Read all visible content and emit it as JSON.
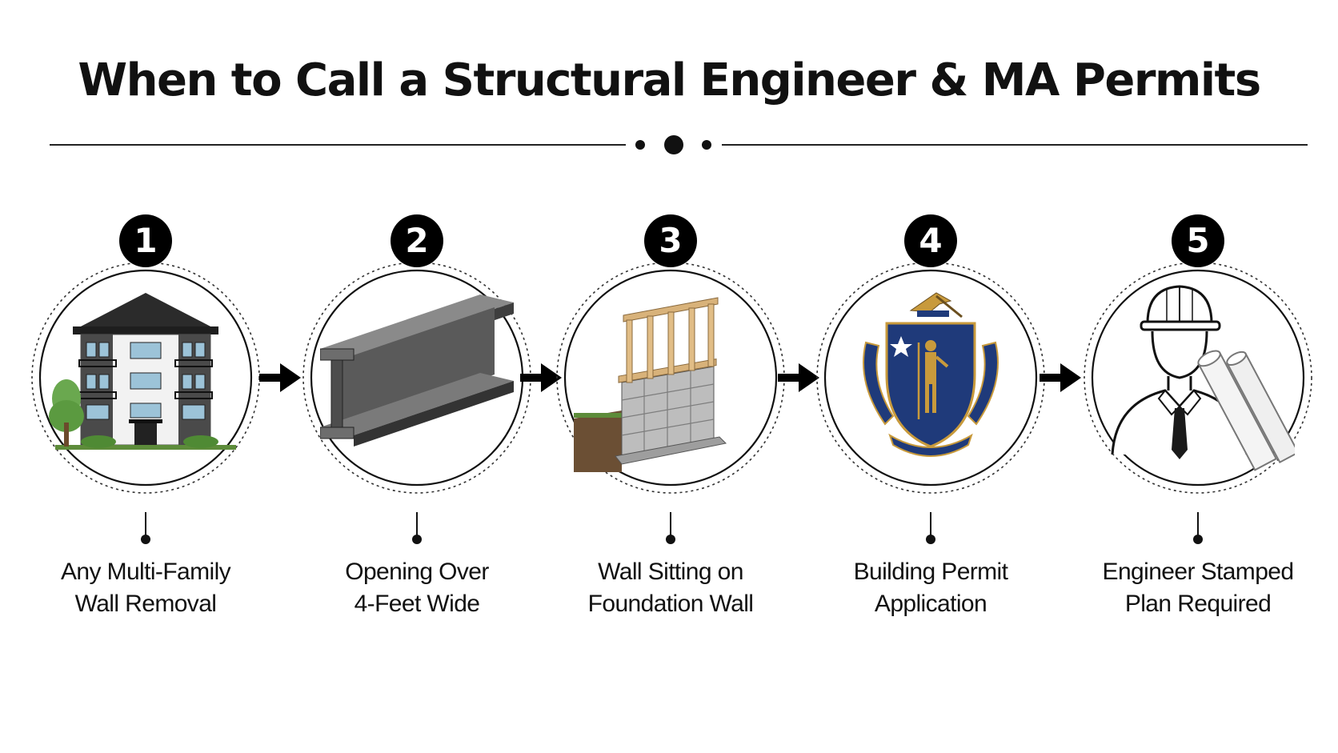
{
  "title": "When to Call a Structural Engineer & MA Permits",
  "steps": [
    {
      "number": "1",
      "icon": "multi-family-building-icon",
      "label_line1": "Any Multi-Family",
      "label_line2": "Wall Removal"
    },
    {
      "number": "2",
      "icon": "steel-i-beam-icon",
      "label_line1": "Opening Over",
      "label_line2": "4-Feet Wide"
    },
    {
      "number": "3",
      "icon": "wall-on-foundation-icon",
      "label_line1": "Wall Sitting on",
      "label_line2": "Foundation Wall"
    },
    {
      "number": "4",
      "icon": "massachusetts-seal-icon",
      "label_line1": "Building Permit",
      "label_line2": "Application"
    },
    {
      "number": "5",
      "icon": "engineer-with-plans-icon",
      "label_line1": "Engineer Stamped",
      "label_line2": "Plan Required"
    }
  ],
  "colors": {
    "text": "#111111",
    "badge": "#000000",
    "seal_blue": "#1f3a7a",
    "seal_gold": "#c89a3c",
    "tree_green": "#6aa84f",
    "beam_gray": "#555555",
    "lumber": "#d8b27a"
  }
}
